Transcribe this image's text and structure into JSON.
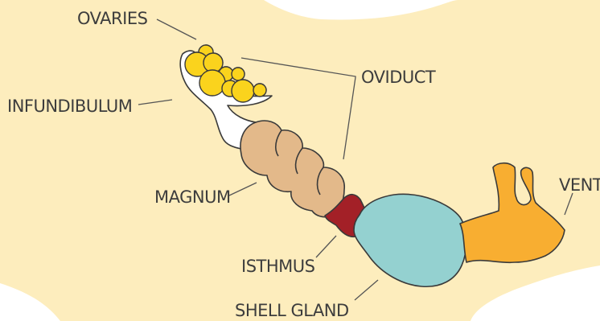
{
  "colors": {
    "background": "#fdedbd",
    "ovaries": "#fad31d",
    "infundibulum": "#ffffff",
    "magnum": "#e3b98a",
    "isthmus": "#a32027",
    "shell_gland": "#94d1d0",
    "vent": "#f8ae31"
  },
  "labels": {
    "ovaries": "OVARIES",
    "oviduct": "OVIDUCT",
    "infundibulum": "INFUNDIBULUM",
    "magnum": "MAGNUM",
    "isthmus": "ISTHMUS",
    "shell_gland": "SHELL GLAND",
    "vent": "VENT"
  }
}
